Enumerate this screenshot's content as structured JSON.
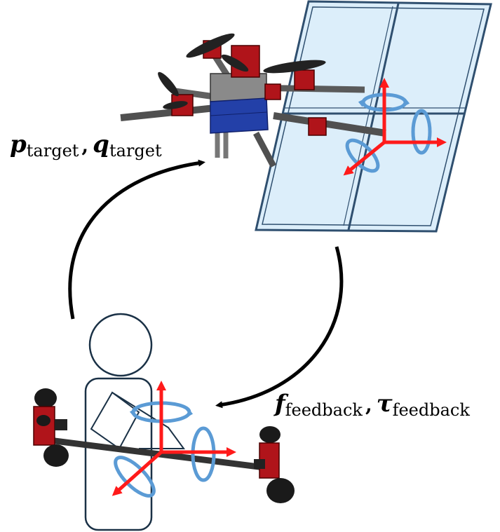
{
  "top_label": {
    "symbol_1": "p",
    "sub_1": "target",
    "separator": ",",
    "symbol_2": "q",
    "sub_2": "target"
  },
  "bottom_label": {
    "symbol_1": "f",
    "sub_1": "feedback",
    "separator": ",",
    "symbol_2": "τ",
    "sub_2": "feedback"
  },
  "colors": {
    "axis_arrow": "#ff1a1a",
    "rotation_arrow": "#5b9bd5",
    "window_glass": "#dceefa",
    "window_frame": "#2f4f6f",
    "person_outline": "#1a3146",
    "drone_red": "#b0141a",
    "drone_frame": "#555555",
    "drone_battery": "#2340a8",
    "loop_arrow": "#000000"
  },
  "icons": {
    "drone": "hexarotor-drone-illustration",
    "window": "glass-window-panel",
    "person": "human-operator-silhouette",
    "handheld": "handheld-haptic-bar-with-rotors"
  }
}
